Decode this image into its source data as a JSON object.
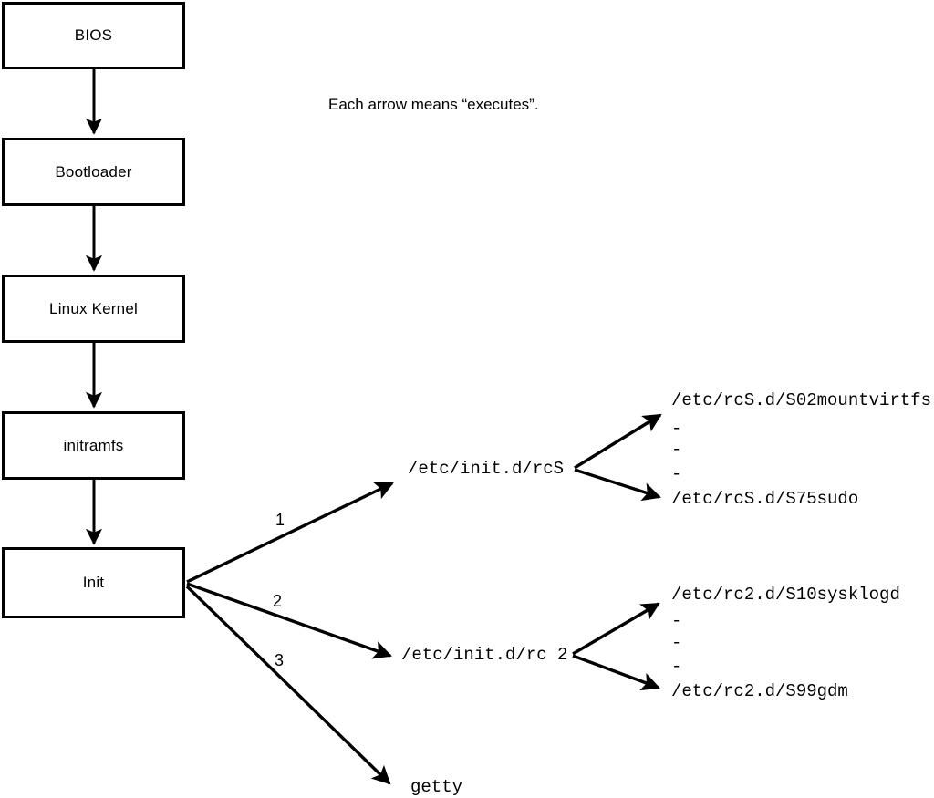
{
  "caption": {
    "text": "Each arrow means “executes”."
  },
  "boot_chain": {
    "nodes": [
      {
        "label": "BIOS"
      },
      {
        "label": "Bootloader"
      },
      {
        "label": "Linux Kernel"
      },
      {
        "label": "initramfs"
      },
      {
        "label": "Init"
      }
    ]
  },
  "init_branches": {
    "numbers": [
      "1",
      "2",
      "3"
    ],
    "targets": [
      {
        "label": "/etc/init.d/rcS"
      },
      {
        "label": "/etc/init.d/rc 2"
      },
      {
        "label": "getty"
      }
    ]
  },
  "rcs_scripts": {
    "first": "/etc/rcS.d/S02mountvirtfs",
    "ellipsis": [
      "-",
      "-",
      "-"
    ],
    "last": "/etc/rcS.d/S75sudo"
  },
  "rc2_scripts": {
    "first": "/etc/rc2.d/S10sysklogd",
    "ellipsis": [
      "-",
      "-",
      "-"
    ],
    "last": "/etc/rc2.d/S99gdm"
  },
  "style": {
    "stroke": "#000000",
    "background": "#ffffff"
  }
}
